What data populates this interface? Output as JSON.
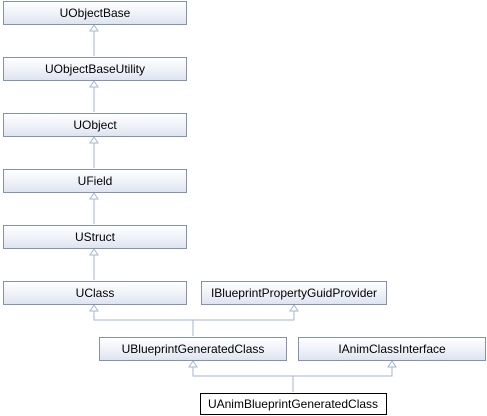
{
  "nodes": {
    "uobjectbase": {
      "label": "UObjectBase"
    },
    "uobjectbaseutility": {
      "label": "UObjectBaseUtility"
    },
    "uobject": {
      "label": "UObject"
    },
    "ufield": {
      "label": "UField"
    },
    "ustruct": {
      "label": "UStruct"
    },
    "uclass": {
      "label": "UClass"
    },
    "iblueprintpropertyguidprovider": {
      "label": "IBlueprintPropertyGuidProvider"
    },
    "ublueprintgeneratedclass": {
      "label": "UBlueprintGeneratedClass"
    },
    "ianimclassinterface": {
      "label": "IAnimClassInterface"
    },
    "uanimblueprintgeneratedclass": {
      "label": "UAnimBlueprintGeneratedClass"
    }
  },
  "colors": {
    "node_fill_top": "#ffffff",
    "node_fill_bottom": "#e4e9f3",
    "node_border": "#8491b0",
    "edge": "#a4b6d4",
    "current_border": "#000000"
  }
}
